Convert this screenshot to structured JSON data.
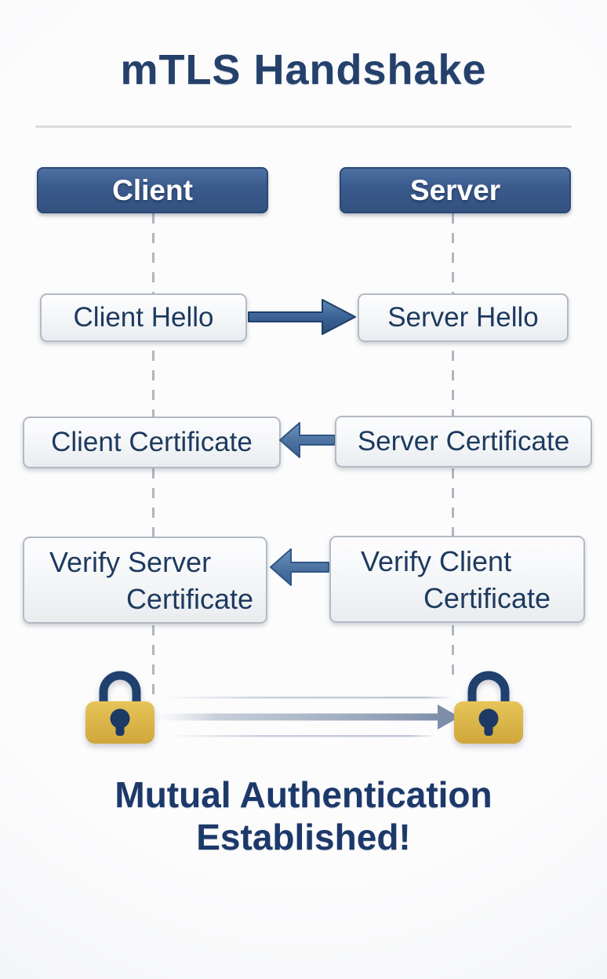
{
  "title": "mTLS Handshake",
  "actors": {
    "client": "Client",
    "server": "Server"
  },
  "rows": [
    {
      "left": "Client Hello",
      "right": "Server Hello",
      "arrow_direction": "right"
    },
    {
      "left": "Client Certificate",
      "right": "Server Certificate",
      "arrow_direction": "left"
    },
    {
      "left_line1": "Verify Server",
      "left_line2": "Certificate",
      "right_line1": "Verify Client",
      "right_line2": "Certificate",
      "arrow_direction": "left"
    }
  ],
  "footer": {
    "line1": "Mutual Authentication",
    "line2": "Established!"
  },
  "icons": {
    "client_lock": "lock-icon",
    "server_lock": "lock-icon",
    "row1_arrow": "arrow-right-icon",
    "row2_arrow": "arrow-left-icon",
    "row3_arrow": "arrow-left-icon",
    "mutual_arrow": "arrow-right-icon"
  },
  "colors": {
    "title_navy": "#24416b",
    "actor_blue_top": "#4d6fa1",
    "actor_blue_bottom": "#34517f",
    "actor_border": "#2b4a74",
    "box_border_gray": "#b3bac3",
    "box_text_navy": "#1d3a5f",
    "arrow_blue_top": "#5d86b5",
    "arrow_blue_bottom": "#2b4d7a",
    "mutual_arrow_gray": "#7e90aa",
    "lock_gold_top": "#e6c558",
    "lock_gold_bottom": "#cfa63c",
    "lock_navy": "#1e3a66",
    "lifeline_gray": "#b0b6bf"
  }
}
